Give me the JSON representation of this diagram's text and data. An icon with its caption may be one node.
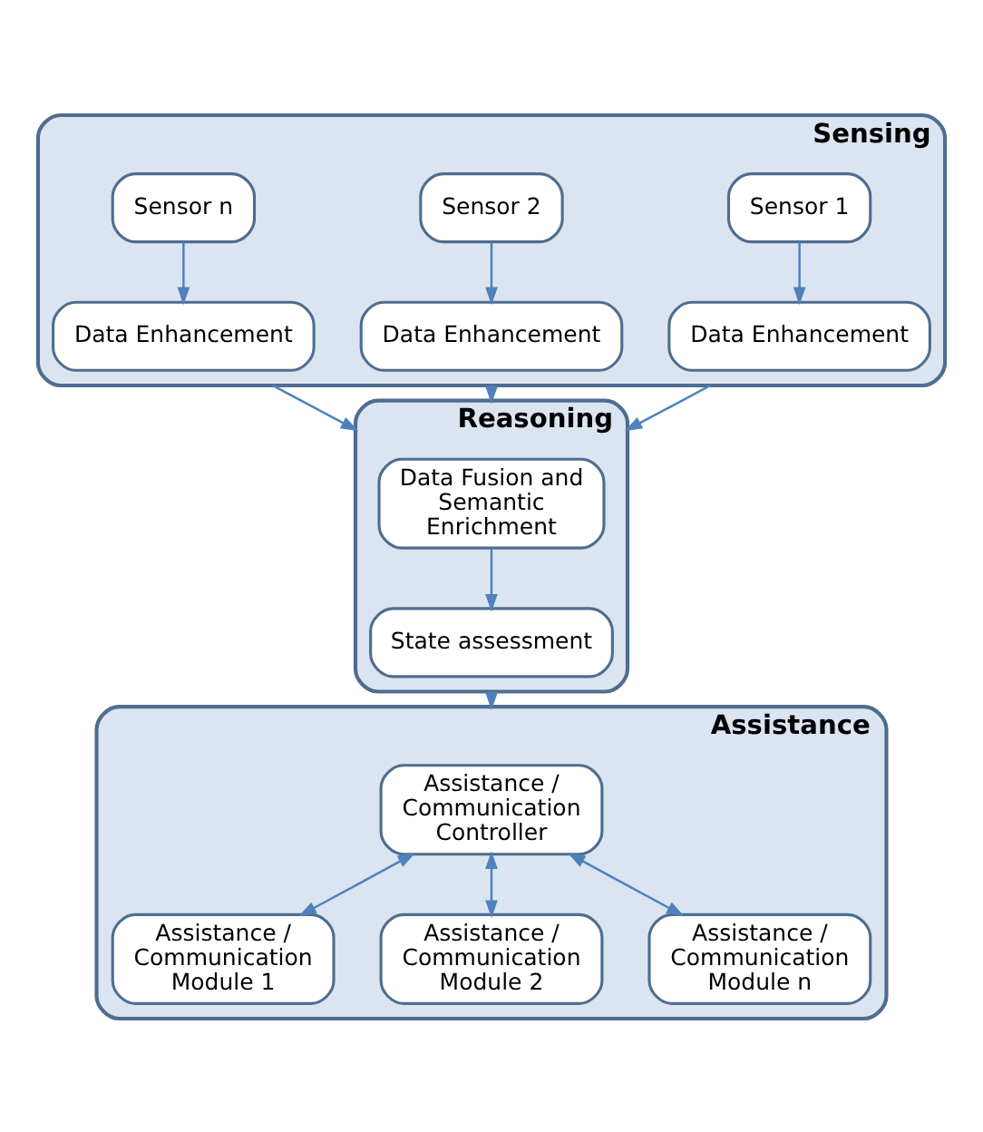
{
  "diagram": {
    "nodes": [
      {
        "text": [
          "Sensing"
        ]
      },
      {
        "text": [
          "Sensor 1"
        ],
        "in": 0
      },
      {
        "text": [
          "Sensor 2"
        ],
        "in": 0
      },
      {
        "text": [
          "Sensor n"
        ],
        "in": 0
      },
      {
        "text": [
          "Data Enhancement"
        ],
        "in": 0
      },
      {
        "text": [
          "Data Enhancement"
        ],
        "in": 0
      },
      {
        "text": [
          "Data Enhancement"
        ],
        "in": 0
      },
      {
        "text": [
          "Reasoning"
        ]
      },
      {
        "text": [
          "Data Fusion and Semantic Enrichment"
        ],
        "in": 7
      },
      {
        "text": [
          "State assessment"
        ],
        "in": 7
      },
      {
        "text": [
          "Assistance"
        ]
      },
      {
        "text": [
          "Assistance / Communication Controller"
        ],
        "in": 10
      },
      {
        "text": [
          "Assistance / Communication Module 1"
        ],
        "in": 10
      },
      {
        "text": [
          "Assistance / Communication Module 2"
        ],
        "in": 10
      },
      {
        "text": [
          "Assistance / Communication Module n"
        ],
        "in": 10
      }
    ],
    "edges": [
      {
        "from": 1,
        "to": 4,
        "arrow": "to"
      },
      {
        "from": 2,
        "to": 5,
        "arrow": "to"
      },
      {
        "from": 3,
        "to": 6,
        "arrow": "to"
      },
      {
        "from": 0,
        "to": 7,
        "arrow": "to"
      },
      {
        "from": 0,
        "to": 7,
        "arrow": "to"
      },
      {
        "from": 0,
        "to": 7,
        "arrow": "to"
      },
      {
        "from": 8,
        "to": 9,
        "arrow": "to"
      },
      {
        "from": 7,
        "to": 10,
        "arrow": "to"
      },
      {
        "from": 11,
        "to": 12,
        "arrow": "both"
      },
      {
        "from": 11,
        "to": 13,
        "arrow": "both"
      },
      {
        "from": 11,
        "to": 14,
        "arrow": "both"
      }
    ]
  }
}
